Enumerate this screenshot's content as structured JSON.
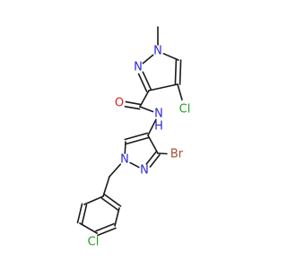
{
  "molecule": {
    "atoms": [
      {
        "id": "methyl",
        "label": ""
      },
      {
        "id": "n1a",
        "label": "N",
        "color": "#2b2bd9"
      },
      {
        "id": "c5a",
        "label": ""
      },
      {
        "id": "c4a",
        "label": ""
      },
      {
        "id": "c3a",
        "label": ""
      },
      {
        "id": "n2a",
        "label": "N",
        "color": "#2b2bd9"
      },
      {
        "id": "cl1",
        "label": "Cl",
        "color": "#22a022"
      },
      {
        "id": "c_carbonyl",
        "label": ""
      },
      {
        "id": "o1",
        "label": "O",
        "color": "#e02020"
      },
      {
        "id": "n_amide",
        "label": "N",
        "color": "#2b2bd9"
      },
      {
        "id": "h_amide",
        "label": "H",
        "color": "#2b2bd9"
      },
      {
        "id": "c4b",
        "label": ""
      },
      {
        "id": "c5b",
        "label": ""
      },
      {
        "id": "n1b",
        "label": "N",
        "color": "#2b2bd9"
      },
      {
        "id": "n2b",
        "label": "N",
        "color": "#2b2bd9"
      },
      {
        "id": "c3b",
        "label": ""
      },
      {
        "id": "br1",
        "label": "Br",
        "color": "#a0522d"
      },
      {
        "id": "ch2",
        "label": ""
      },
      {
        "id": "ph1",
        "label": ""
      },
      {
        "id": "ph2",
        "label": ""
      },
      {
        "id": "ph3",
        "label": ""
      },
      {
        "id": "ph4",
        "label": ""
      },
      {
        "id": "ph5",
        "label": ""
      },
      {
        "id": "ph6",
        "label": ""
      },
      {
        "id": "cl2",
        "label": "Cl",
        "color": "#22a022"
      }
    ],
    "bonds": [
      {
        "a": "methyl",
        "b": "n1a",
        "order": 1
      },
      {
        "a": "n1a",
        "b": "c5a",
        "order": 1
      },
      {
        "a": "c5a",
        "b": "c4a",
        "order": 2
      },
      {
        "a": "c4a",
        "b": "c3a",
        "order": 1
      },
      {
        "a": "c3a",
        "b": "n2a",
        "order": 2
      },
      {
        "a": "n2a",
        "b": "n1a",
        "order": 1
      },
      {
        "a": "c4a",
        "b": "cl1",
        "order": 1
      },
      {
        "a": "c3a",
        "b": "c_carbonyl",
        "order": 1
      },
      {
        "a": "c_carbonyl",
        "b": "o1",
        "order": 2
      },
      {
        "a": "c_carbonyl",
        "b": "n_amide",
        "order": 1
      },
      {
        "a": "n_amide",
        "b": "c4b",
        "order": 1
      },
      {
        "a": "c4b",
        "b": "c5b",
        "order": 2
      },
      {
        "a": "c5b",
        "b": "n1b",
        "order": 1
      },
      {
        "a": "n1b",
        "b": "n2b",
        "order": 1
      },
      {
        "a": "n2b",
        "b": "c3b",
        "order": 2
      },
      {
        "a": "c3b",
        "b": "c4b",
        "order": 1
      },
      {
        "a": "c3b",
        "b": "br1",
        "order": 1
      },
      {
        "a": "n1b",
        "b": "ch2",
        "order": 1
      },
      {
        "a": "ch2",
        "b": "ph1",
        "order": 1
      },
      {
        "a": "ph1",
        "b": "ph2",
        "order": 2
      },
      {
        "a": "ph2",
        "b": "ph3",
        "order": 1
      },
      {
        "a": "ph3",
        "b": "ph4",
        "order": 2
      },
      {
        "a": "ph4",
        "b": "ph5",
        "order": 1
      },
      {
        "a": "ph5",
        "b": "ph6",
        "order": 2
      },
      {
        "a": "ph6",
        "b": "ph1",
        "order": 1
      },
      {
        "a": "ph4",
        "b": "cl2",
        "order": 1
      }
    ]
  }
}
